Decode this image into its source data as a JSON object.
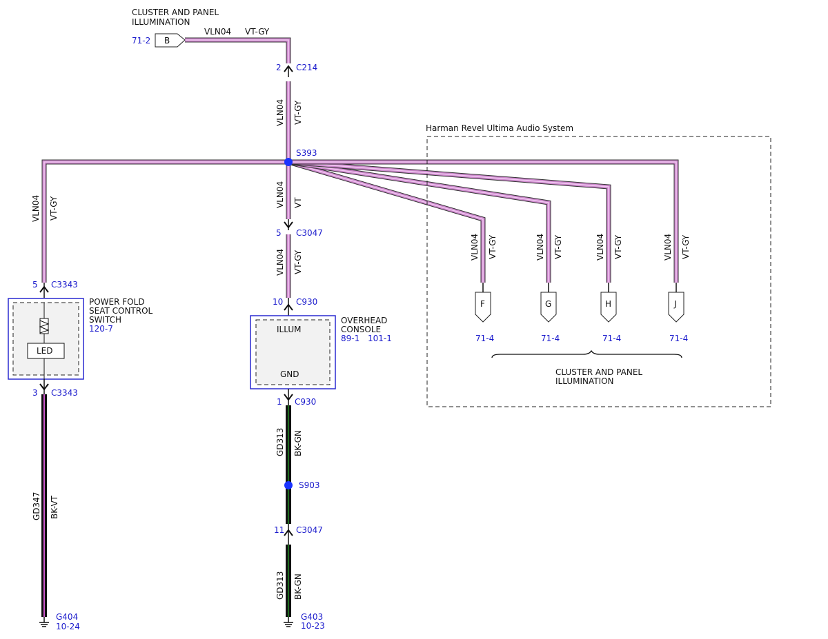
{
  "colors": {
    "wire_vt_gy": "#cc88cc",
    "wire_vt_gy_core": "#f2c8f2",
    "wire_outline": "#333333",
    "wire_bk_gn_core": "#1e6b1e",
    "wire_bk_vt_core": "#cc55cc",
    "reference_blue": "#1a1acc",
    "splice_blue": "#1a33ff",
    "component_fill": "#f2f2f2",
    "component_border": "#2a2ad0"
  },
  "top_connector": {
    "title_line1": "CLUSTER AND PANEL",
    "title_line2": "ILLUMINATION",
    "ref": "71-2",
    "letter": "B",
    "circuit": "VLN04",
    "color": "VT-GY"
  },
  "connectors": {
    "c214": {
      "pin": "2",
      "name": "C214"
    },
    "c3047_top": {
      "pin": "5",
      "name": "C3047"
    },
    "c930_top": {
      "pin": "10",
      "name": "C930"
    },
    "c930_bottom": {
      "pin": "1",
      "name": "C930"
    },
    "c3047_bottom": {
      "pin": "11",
      "name": "C3047"
    },
    "c3343_top": {
      "pin": "5",
      "name": "C3343"
    },
    "c3343_bottom": {
      "pin": "3",
      "name": "C3343"
    }
  },
  "splices": {
    "s393": "S393",
    "s903": "S903"
  },
  "wires": {
    "c214_to_s393": {
      "circuit": "VLN04",
      "color": "VT-GY"
    },
    "s393_to_c3047": {
      "circuit": "VLN04",
      "color": "VT"
    },
    "c3047_to_c930": {
      "circuit": "VLN04",
      "color": "VT-GY"
    },
    "left_branch": {
      "circuit": "VLN04",
      "color": "VT-GY"
    },
    "c930_to_s903": {
      "circuit": "GD313",
      "color": "BK-GN"
    },
    "c3047_to_g403": {
      "circuit": "GD313",
      "color": "BK-GN"
    },
    "c3343_to_g404": {
      "circuit": "GD347",
      "color": "BK-VT"
    }
  },
  "seat_switch": {
    "title_line1": "POWER FOLD",
    "title_line2": "SEAT CONTROL",
    "title_line3": "SWITCH",
    "ref": "120-7",
    "led_label": "LED"
  },
  "overhead_console": {
    "title_line1": "OVERHEAD",
    "title_line2": "CONSOLE",
    "ref1": "89-1",
    "ref2": "101-1",
    "pin_illum": "ILLUM",
    "pin_gnd": "GND"
  },
  "grounds": {
    "g404": {
      "name": "G404",
      "ref": "10-24"
    },
    "g403": {
      "name": "G403",
      "ref": "10-23"
    }
  },
  "audio_system": {
    "title": "Harman Revel Ultima Audio System",
    "outputs": [
      {
        "letter": "F",
        "ref": "71-4",
        "circuit": "VLN04",
        "color": "VT-GY"
      },
      {
        "letter": "G",
        "ref": "71-4",
        "circuit": "VLN04",
        "color": "VT-GY"
      },
      {
        "letter": "H",
        "ref": "71-4",
        "circuit": "VLN04",
        "color": "VT-GY"
      },
      {
        "letter": "J",
        "ref": "71-4",
        "circuit": "VLN04",
        "color": "VT-GY"
      }
    ],
    "group_label_line1": "CLUSTER AND PANEL",
    "group_label_line2": "ILLUMINATION"
  }
}
